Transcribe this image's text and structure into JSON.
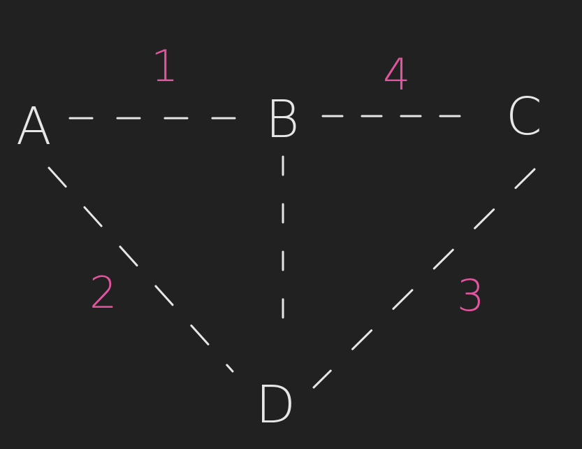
{
  "graph": {
    "nodes": [
      {
        "id": "A",
        "label": "A"
      },
      {
        "id": "B",
        "label": "B"
      },
      {
        "id": "C",
        "label": "C"
      },
      {
        "id": "D",
        "label": "D"
      }
    ],
    "edges": [
      {
        "from": "A",
        "to": "B",
        "weight": "1"
      },
      {
        "from": "B",
        "to": "C",
        "weight": "4"
      },
      {
        "from": "A",
        "to": "D",
        "weight": "2"
      },
      {
        "from": "C",
        "to": "D",
        "weight": "3"
      },
      {
        "from": "B",
        "to": "D",
        "weight": ""
      }
    ],
    "edge_style": "dashed",
    "colors": {
      "background": "#212121",
      "node_text": "#e6e6e6",
      "edge": "#e6e6e6",
      "weight_text": "#e0559e"
    }
  }
}
